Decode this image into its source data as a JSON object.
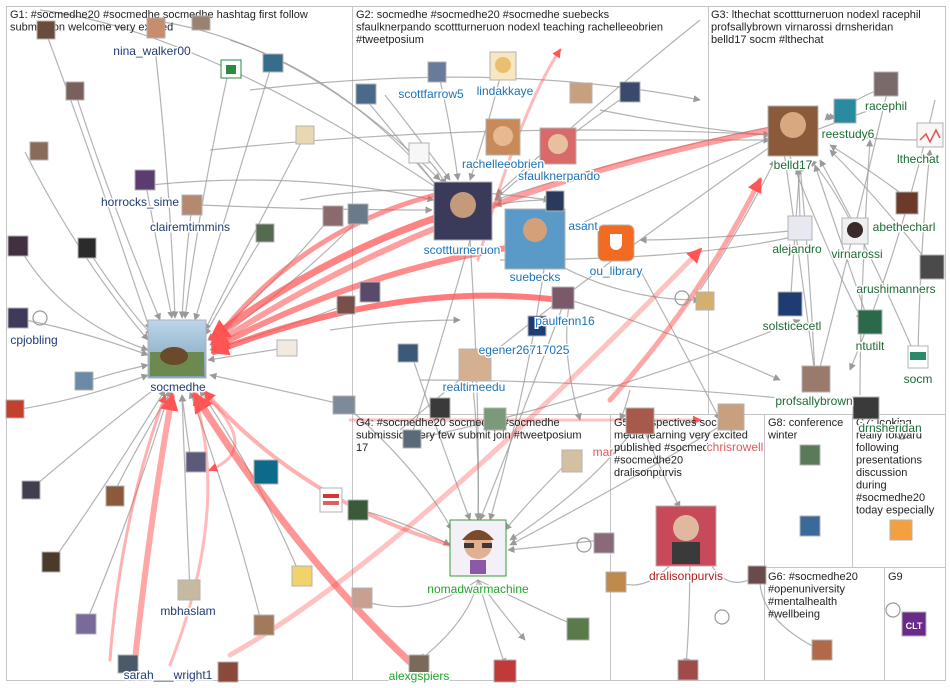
{
  "groups": [
    {
      "id": "G1",
      "lines": [
        "G1: #socmedhe20 #socmedhe socmedhe hashtag first follow",
        "submission welcome very excited"
      ]
    },
    {
      "id": "G2",
      "lines": [
        "G2: socmedhe #socmedhe20 #socmedhe suebecks",
        "sfaulknerpando scottturneruon nodexl teaching rachelleeobrien",
        "#tweetposium"
      ]
    },
    {
      "id": "G3",
      "lines": [
        "G3: lthechat scottturneruon nodexl racephil",
        "profsallybrown virnarossi drnsheridan",
        "belld17 socm #lthechat"
      ]
    },
    {
      "id": "G4",
      "lines": [
        "G4: #socmedhe20 socmedhe #socmedhe",
        "submission very few submit join #tweetposium",
        "17"
      ]
    },
    {
      "id": "G5",
      "lines": [
        "G5: perspectives social",
        "media learning very excited",
        "published #socmedhe",
        "#socmedhe20",
        "dralisonpurvis"
      ]
    },
    {
      "id": "G6",
      "lines": [
        "G6: #socmedhe20",
        "#openuniversity",
        "#mentalhealth",
        "#wellbeing"
      ]
    },
    {
      "id": "G7",
      "lines": [
        "G7: looking",
        "really forward",
        "following",
        "presentations",
        "discussion",
        "during",
        "#socmedhe20",
        "today especially"
      ]
    },
    {
      "id": "G8",
      "lines": [
        "G8: conference",
        "winter"
      ]
    },
    {
      "id": "G9",
      "lines": [
        "G9"
      ]
    }
  ],
  "nodes": [
    {
      "name": "nina_walker00",
      "color": "#1f3b73"
    },
    {
      "name": "horrocks_sime",
      "color": "#1f3b73"
    },
    {
      "name": "clairemtimmins",
      "color": "#1f3b73"
    },
    {
      "name": "cpjobling",
      "color": "#1f3b73"
    },
    {
      "name": "socmedhe",
      "color": "#1f3b73"
    },
    {
      "name": "mbhaslam",
      "color": "#1f3b73"
    },
    {
      "name": "sarah___wright1",
      "color": "#1f3b73"
    },
    {
      "name": "scottfarrow5",
      "color": "#1a73b8"
    },
    {
      "name": "lindakkaye",
      "color": "#1a73b8"
    },
    {
      "name": "rachelleeobrien",
      "color": "#1a73b8"
    },
    {
      "name": "sfaulknerpando",
      "color": "#1a73b8"
    },
    {
      "name": "scottturneruon",
      "color": "#1a73b8"
    },
    {
      "name": "suebecks",
      "color": "#1a73b8"
    },
    {
      "name": "asant",
      "color": "#1a73b8"
    },
    {
      "name": "ou_library",
      "color": "#1a73b8"
    },
    {
      "name": "paulfenn16",
      "color": "#1a73b8"
    },
    {
      "name": "egener26717025",
      "color": "#1a73b8"
    },
    {
      "name": "realtimeedu",
      "color": "#1a73b8"
    },
    {
      "name": "belld17",
      "color": "#1b6b34"
    },
    {
      "name": "racephil",
      "color": "#1b6b34"
    },
    {
      "name": "reestudy6",
      "color": "#1b6b34"
    },
    {
      "name": "lthechat",
      "color": "#1b6b34"
    },
    {
      "name": "abethecharl",
      "color": "#1b6b34"
    },
    {
      "name": "alejandro",
      "color": "#1b6b34"
    },
    {
      "name": "virnarossi",
      "color": "#1b6b34"
    },
    {
      "name": "arushimanners",
      "color": "#1b6b34"
    },
    {
      "name": "solsticecetl",
      "color": "#1b6b34"
    },
    {
      "name": "ntutilt",
      "color": "#1b6b34"
    },
    {
      "name": "socm",
      "color": "#1b6b34"
    },
    {
      "name": "profsallybrown",
      "color": "#1b6b34"
    },
    {
      "name": "drnsheridan",
      "color": "#1b6b34"
    },
    {
      "name": "nomadwarmachine",
      "color": "#22a32b"
    },
    {
      "name": "alexgspiers",
      "color": "#22a32b"
    },
    {
      "name": "mar",
      "color": "#e05a5a"
    },
    {
      "name": "chrisrowell",
      "color": "#e05a5a"
    },
    {
      "name": "dralisonpurvis",
      "color": "#b01c1c"
    }
  ],
  "palette": {
    "edge": "#9a9a9a",
    "heavy_edge": "#ff4f4f",
    "border": "#b3b3b3"
  }
}
